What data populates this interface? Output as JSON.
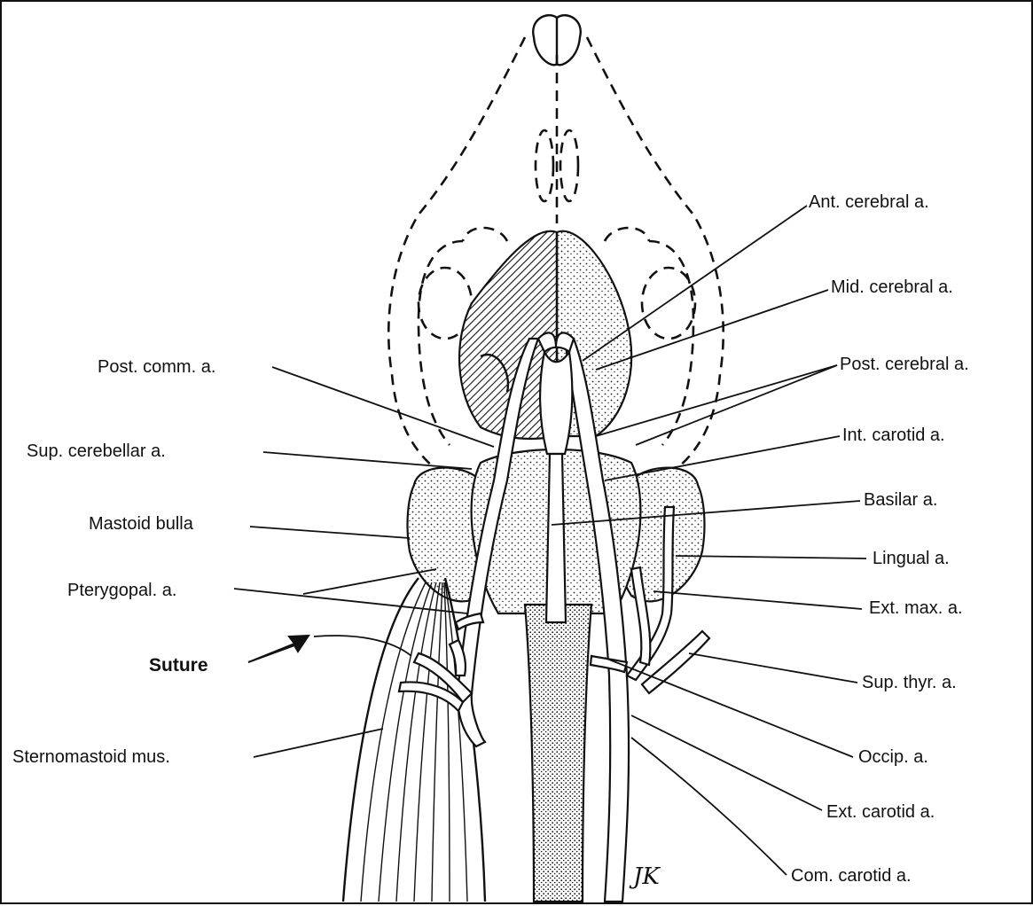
{
  "figure": {
    "labels": {
      "ant_cerebral": "Ant. cerebral a.",
      "mid_cerebral": "Mid. cerebral a.",
      "post_cerebral": "Post. cerebral a.",
      "int_carotid": "Int. carotid a.",
      "basilar": "Basilar a.",
      "lingual": "Lingual a.",
      "ext_max": "Ext. max. a.",
      "sup_thyr": "Sup. thyr. a.",
      "occip": "Occip. a.",
      "ext_carotid": "Ext. carotid a.",
      "com_carotid": "Com. carotid a.",
      "post_comm": "Post. comm. a.",
      "sup_cerebellar": "Sup. cerebellar a.",
      "mastoid_bulla": "Mastoid bulla",
      "pterygopal": "Pterygopal. a.",
      "suture": "Suture",
      "sternomastoid": "Sternomastoid mus."
    },
    "signature": "JK"
  }
}
